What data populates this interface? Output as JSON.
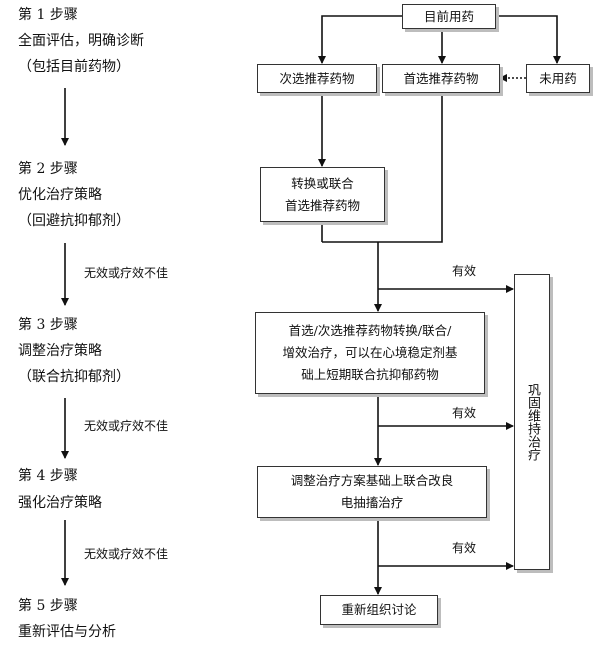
{
  "steps": [
    {
      "title": "第 1 步骤",
      "line1": "全面评估，明确诊断",
      "line2": "（包括目前药物）"
    },
    {
      "title": "第 2 步骤",
      "line1": "优化治疗策略",
      "line2": "（回避抗抑郁剂）"
    },
    {
      "title": "第 3 步骤",
      "line1": "调整治疗策略",
      "line2": "（联合抗抑郁剂）"
    },
    {
      "title": "第 4 步骤",
      "line1": "强化治疗策略"
    },
    {
      "title": "第 5 步骤",
      "line1": "重新评估与分析"
    }
  ],
  "ineffective_label": "无效或疗效不佳",
  "effective_label": "有效",
  "boxes": {
    "current_meds": "目前用药",
    "second_choice": "次选推荐药物",
    "first_choice": "首选推荐药物",
    "no_meds": "未用药",
    "switch_line1": "转换或联合",
    "switch_line2": "首选推荐药物",
    "adjust_line1": "首选/次选推荐药物转换/联合/",
    "adjust_line2": "增效治疗，可以在心境稳定剂基",
    "adjust_line3": "础上短期联合抗抑郁药物",
    "ect_line1": "调整治疗方案基础上联合改良",
    "ect_line2": "电抽搐治疗",
    "reorganize": "重新组织讨论",
    "maintain": "巩固维持治疗"
  }
}
